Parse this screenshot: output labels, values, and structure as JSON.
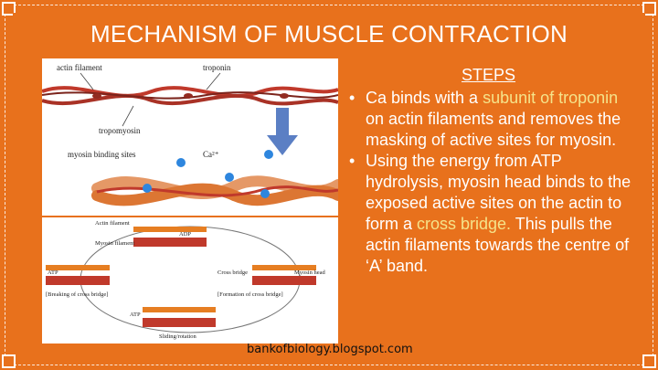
{
  "title": "MECHANISM OF MUSCLE CONTRACTION",
  "steps": {
    "heading": "STEPS",
    "step1": {
      "pre": "Ca binds with a ",
      "highlight": "subunit of troponin",
      "post": " on actin filaments and removes the masking of active sites for myosin."
    },
    "step2": {
      "pre": "Using the energy from ATP hydrolysis, myosin head binds to the exposed active sites on the actin to form a ",
      "highlight": "cross bridge.",
      "post": " This pulls the actin filaments towards the centre of ‘A’ band."
    }
  },
  "diagram_top": {
    "labels": {
      "actin": "actin filament",
      "troponin": "troponin",
      "tropomyosin": "tropomyosin",
      "binding_sites": "myosin binding sites",
      "calcium": "Ca²⁺"
    }
  },
  "diagram_bottom": {
    "labels": {
      "actin": "Actin filament",
      "myosin": "Myosin filament",
      "adp": "ADP",
      "atp_left": "ATP",
      "cross_bridge": "Cross bridge",
      "myosin_head": "Myosin head",
      "breaking": "[Breaking of cross bridge]",
      "formation": "[Formation of cross bridge]",
      "atp_bottom": "ATP",
      "sliding": "Sliding/rotation"
    }
  },
  "credit": "bankofbiology.blogspot.com",
  "colors": {
    "frame": "#e8711c",
    "highlight": "#f5e38a"
  }
}
